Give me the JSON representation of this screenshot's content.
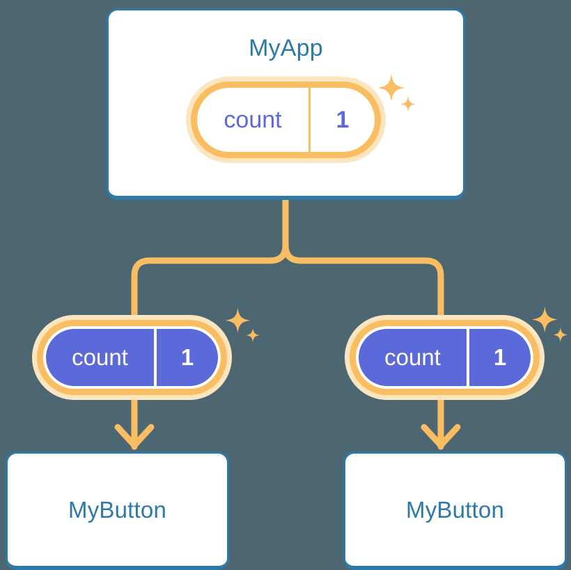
{
  "diagram": {
    "title": "MyApp state propagation tree",
    "background_color": "#4c6672",
    "accent_orange": "#fbbd61",
    "accent_orange_pale": "#fce6c0",
    "accent_blue": "#2d79a8",
    "accent_purple": "#5c6ad9",
    "card_background": "#ffffff"
  },
  "root": {
    "card_label": "MyApp",
    "state": {
      "key": "count",
      "value": "1"
    },
    "sparkle_large": "sparkle-icon",
    "sparkle_small": "sparkle-icon"
  },
  "children": [
    {
      "state": {
        "key": "count",
        "value": "1"
      },
      "card_label": "MyButton",
      "sparkle_large": "sparkle-icon",
      "sparkle_small": "sparkle-icon"
    },
    {
      "state": {
        "key": "count",
        "value": "1"
      },
      "card_label": "MyButton",
      "sparkle_large": "sparkle-icon",
      "sparkle_small": "sparkle-icon"
    }
  ],
  "connectors": {
    "tree_split": "branch-connector",
    "arrow_left": "arrow-down-icon",
    "arrow_right": "arrow-down-icon"
  }
}
